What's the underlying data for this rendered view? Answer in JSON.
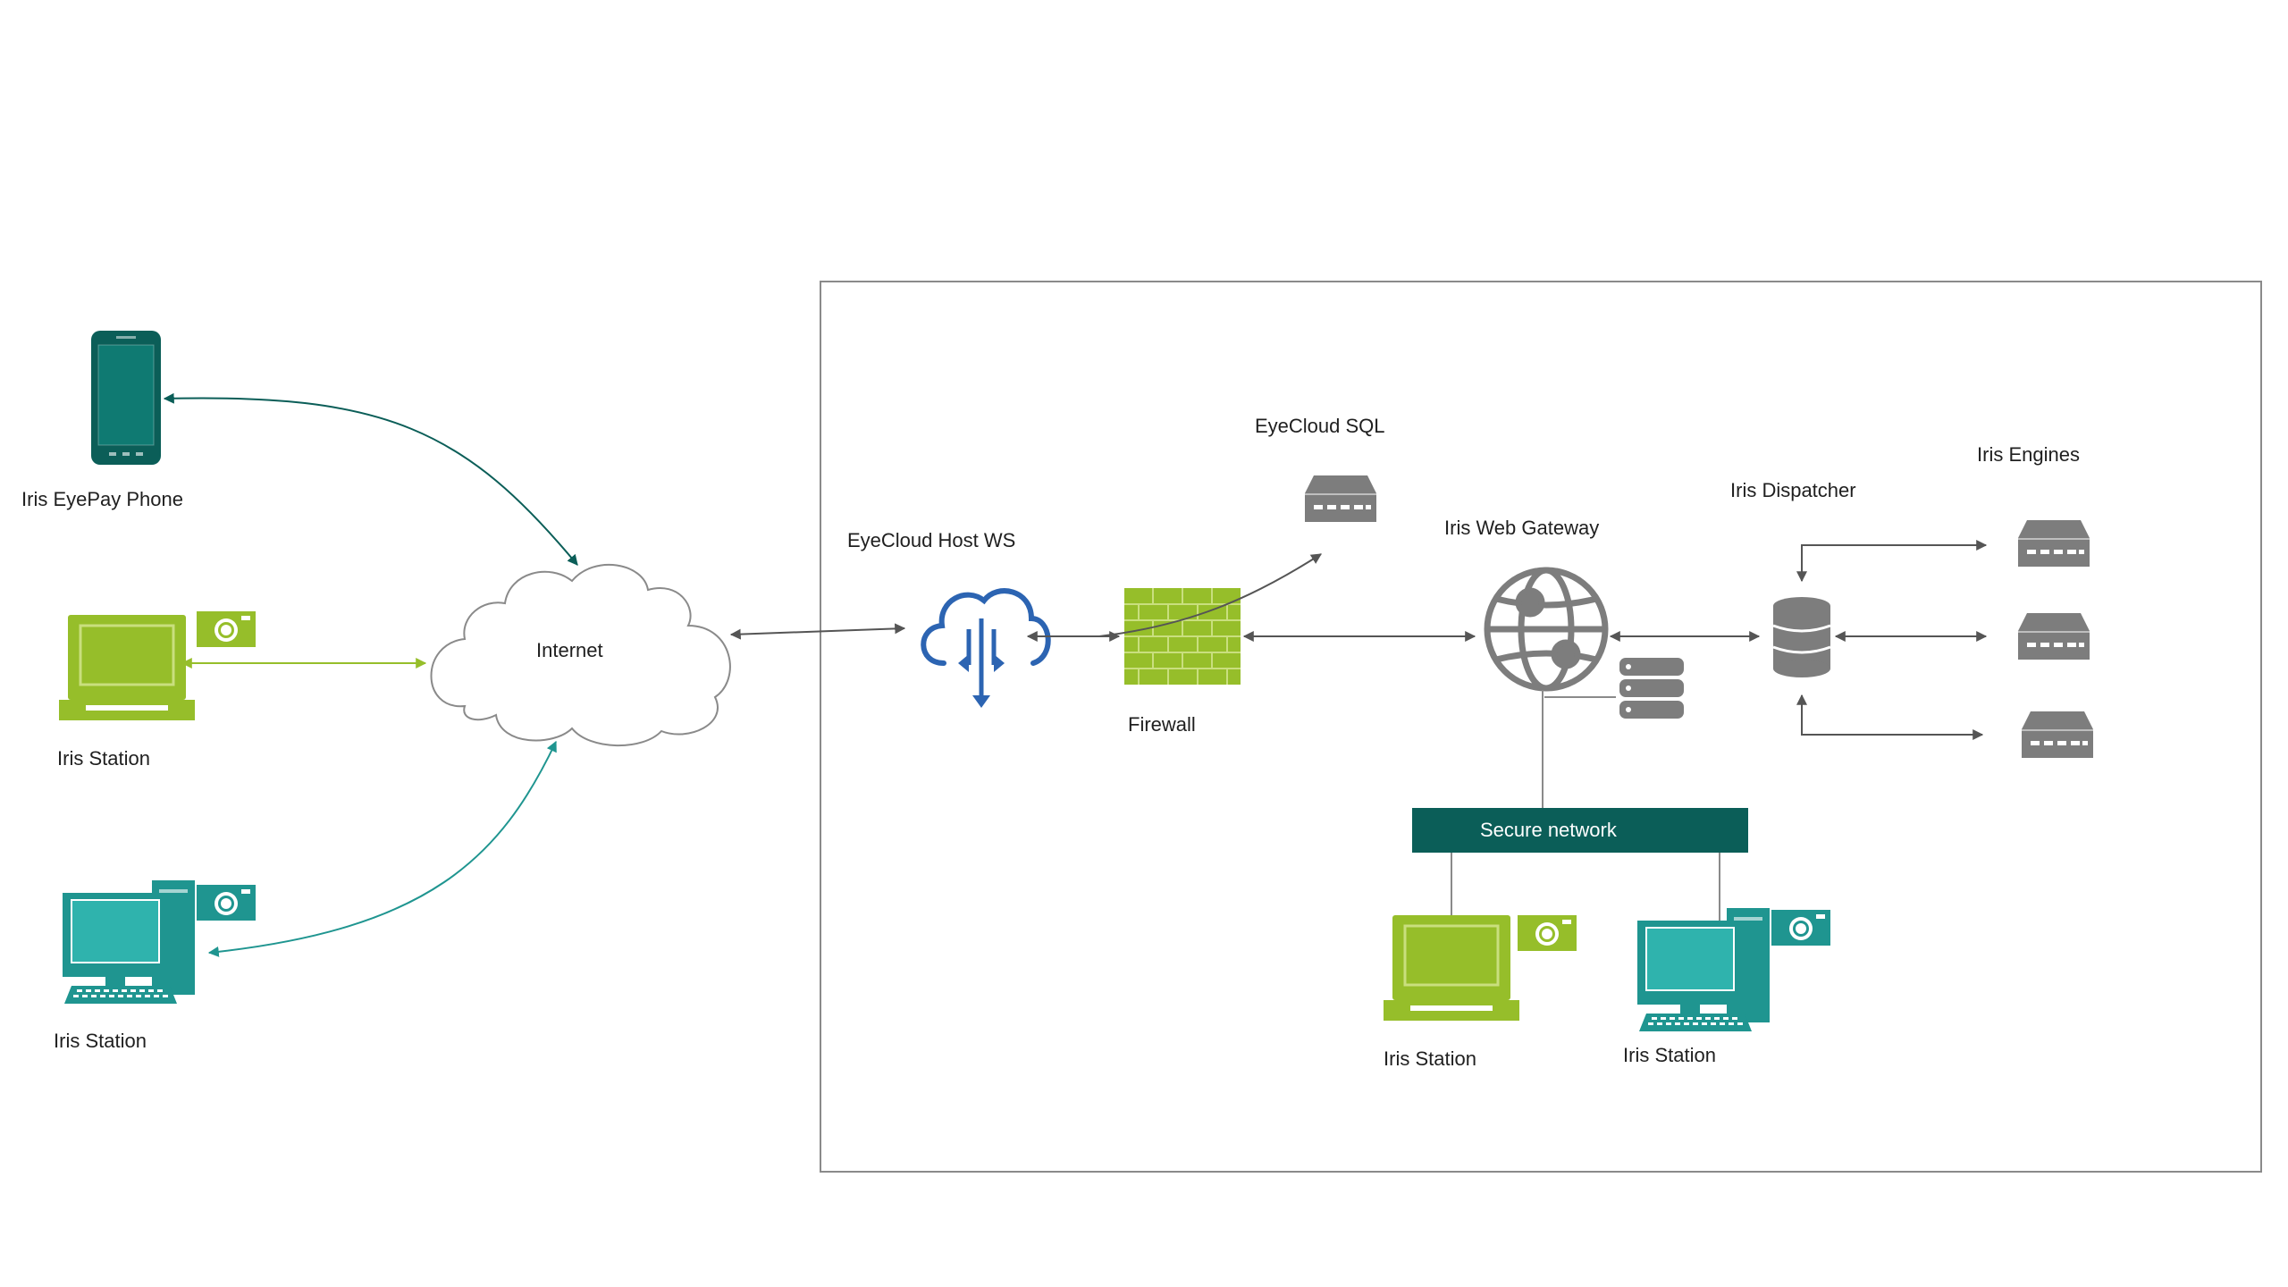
{
  "labels": {
    "phone": "Iris EyePay  Phone",
    "laptop_station": "Iris Station",
    "desktop_station": "Iris Station",
    "internet": "Internet",
    "host_ws": "EyeCloud  Host WS",
    "sql": "EyeCloud  SQL",
    "firewall": "Firewall",
    "web_gateway": "Iris Web  Gateway",
    "dispatcher": "Iris Dispatcher",
    "engines": "Iris Engines",
    "secure_network": "Secure network",
    "inner_laptop_station": "Iris Station",
    "inner_desktop_station": "Iris Station"
  },
  "colors": {
    "dark_teal": "#0b5e58",
    "teal": "#1f9590",
    "lime": "#96be2a",
    "gray": "#7d7d7d",
    "blue": "#2c64b2",
    "arrow": "#555555",
    "border": "#8a8a8a"
  },
  "icons": {
    "phone": "smartphone-icon",
    "laptop": "laptop-icon",
    "desktop": "desktop-computer-icon",
    "camera": "camera-icon",
    "cloud": "cloud-icon",
    "host": "cloud-upload-download-icon",
    "firewall": "brick-wall-firewall-icon",
    "server": "server-icon",
    "globe": "globe-network-icon",
    "stack": "server-stack-icon",
    "database": "database-icon"
  }
}
